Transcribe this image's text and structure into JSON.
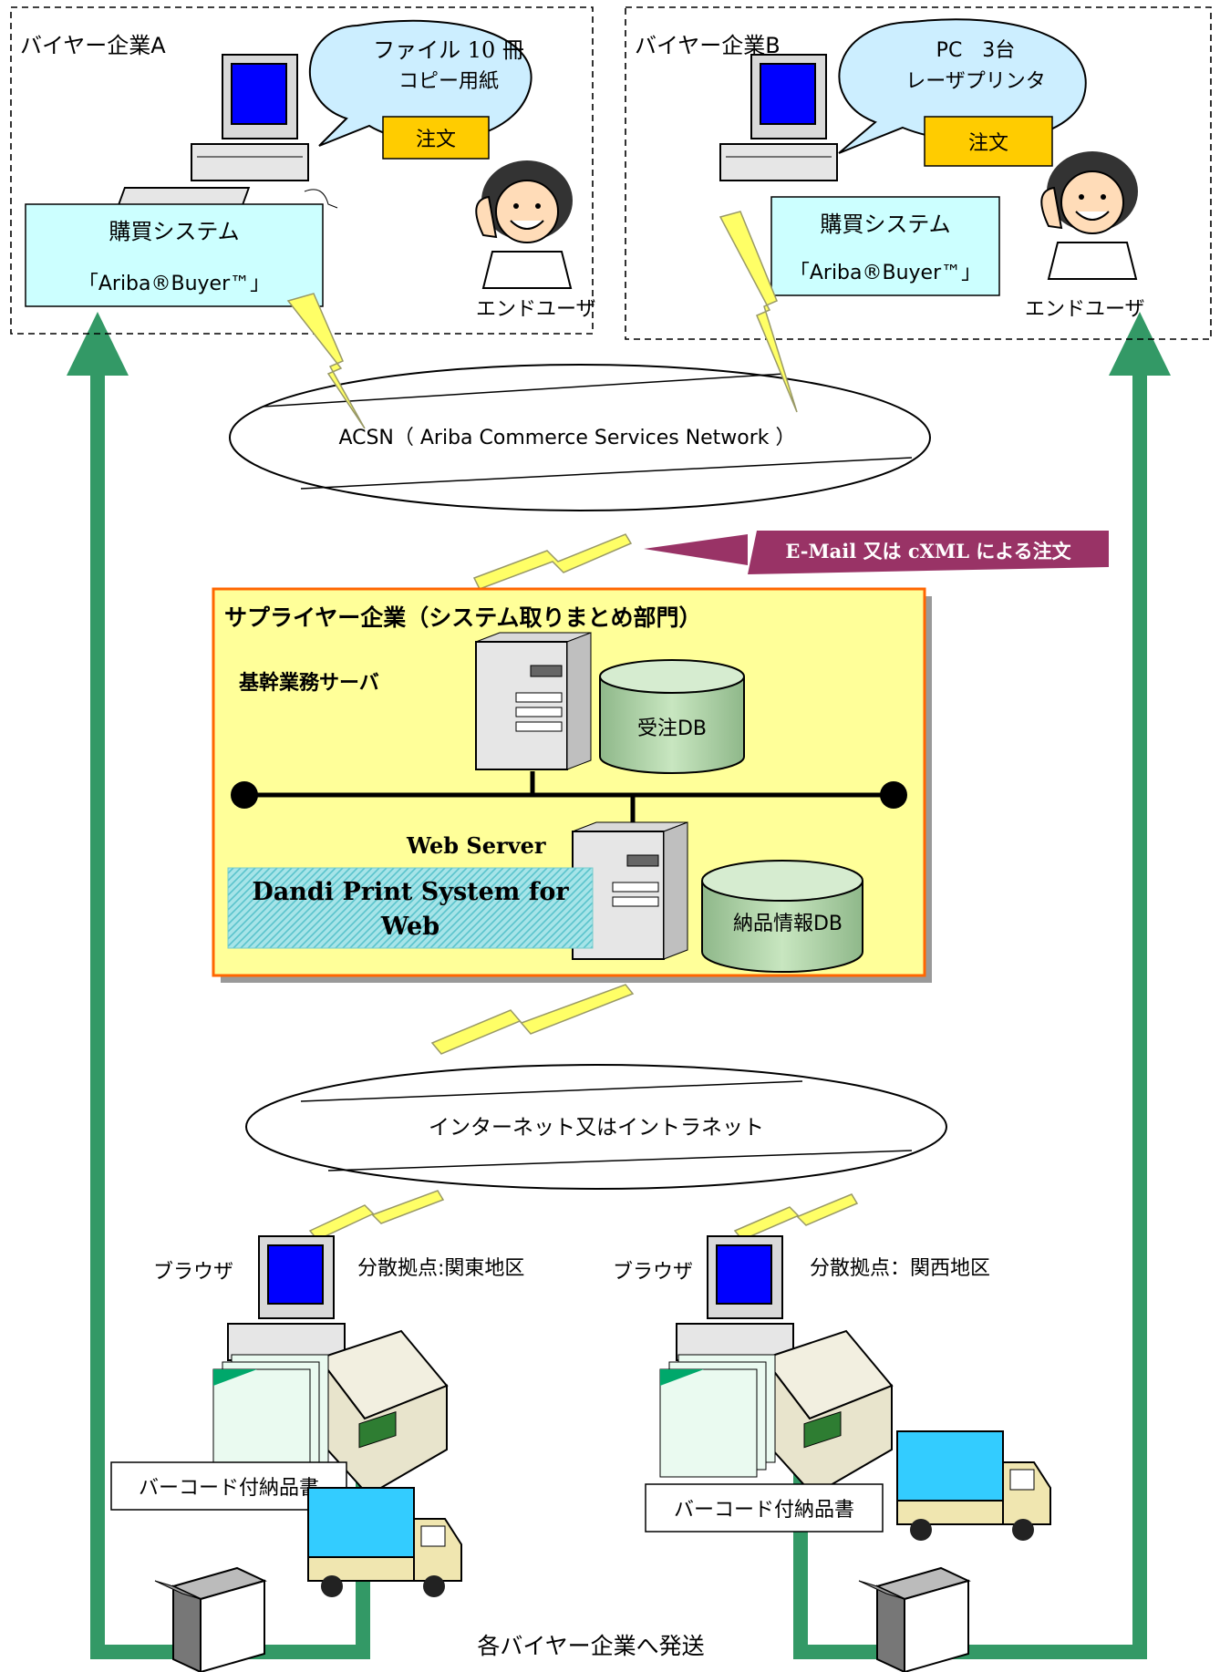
{
  "buyer_a": {
    "title": "バイヤー企業A",
    "bubble_line1": "ファイル 10 冊",
    "bubble_line2": "コピー用紙",
    "order_label": "注文",
    "system_name": "購買システム",
    "system_product": "「Ariba®Buyer™」",
    "end_user": "エンドユーザ"
  },
  "buyer_b": {
    "title": "バイヤー企業B",
    "bubble_line1": "PC　3台",
    "bubble_line2": "レーザプリンタ",
    "order_label": "注文",
    "system_name": "購買システム",
    "system_product": "「Ariba®Buyer™」",
    "end_user": "エンドユーザ"
  },
  "acsn_label": "ACSN（ Ariba Commerce Services Network ）",
  "order_callout": "E-Mail 又は cXML による注文",
  "supplier": {
    "title": "サプライヤー企業（システム取りまとめ部門）",
    "core_server": "基幹業務サーバ",
    "order_db": "受注DB",
    "web_server": "Web Server",
    "app_line1": "Dandi Print System for",
    "app_line2": "Web",
    "delivery_db": "納品情報DB"
  },
  "internet_label": "インターネット又はイントラネット",
  "site_kanto": {
    "browser": "ブラウザ",
    "location": "分散拠点:関東地区",
    "slip": "バーコード付納品書"
  },
  "site_kansai": {
    "browser": "ブラウザ",
    "location": "分散拠点：関西地区",
    "slip": "バーコード付納品書"
  },
  "shipping_label": "各バイヤー企業へ発送",
  "colors": {
    "arrow_green": "#339966",
    "bubble_fill": "#cceeff",
    "order_box": "#ffcc00",
    "system_box": "#ccffff",
    "supplier_fill": "#ffff99",
    "supplier_border": "#ff6600",
    "db_fill": "#b8dcb0",
    "callout_fill": "#993366",
    "bolt_yellow": "#ffff66"
  }
}
